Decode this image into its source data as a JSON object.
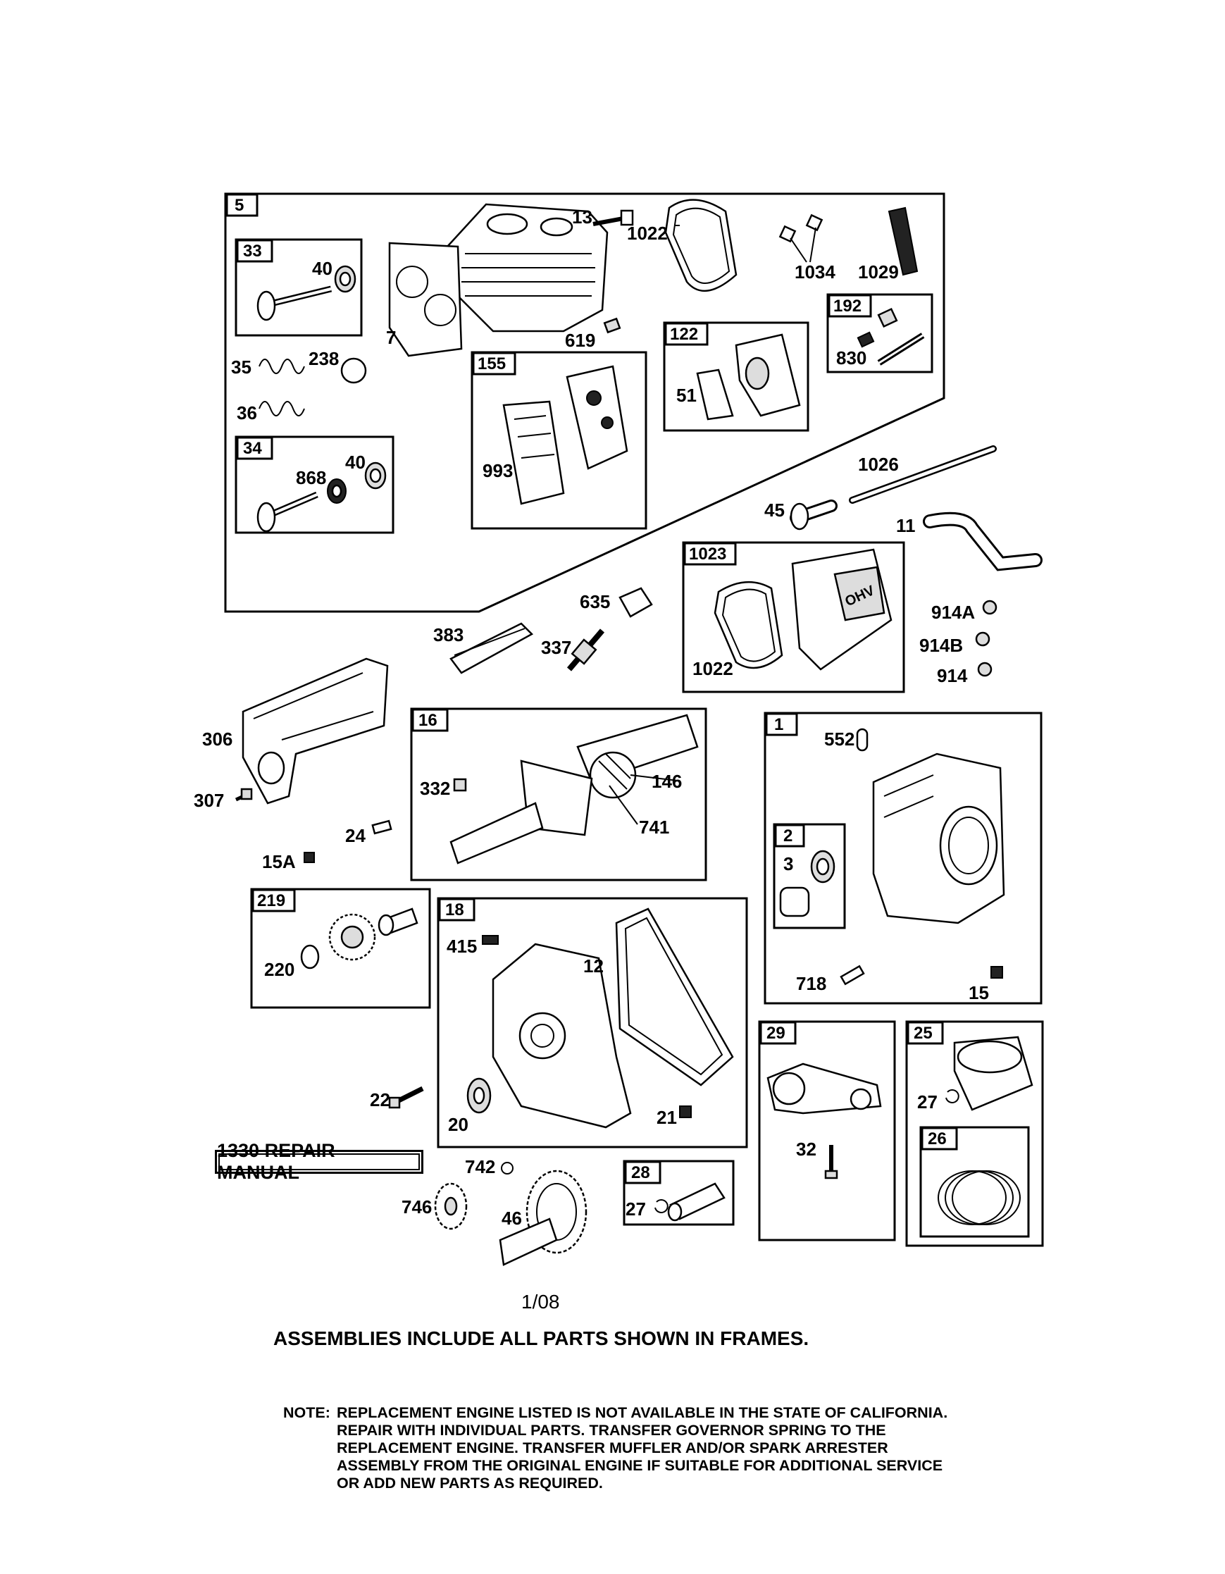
{
  "frames": {
    "f5": "5",
    "f33": "33",
    "f34": "34",
    "f155": "155",
    "f122": "122",
    "f192": "192",
    "f1023": "1023",
    "f16": "16",
    "f1": "1",
    "f2": "2",
    "f219": "219",
    "f18": "18",
    "f29": "29",
    "f25": "25",
    "f26": "26",
    "f28": "28"
  },
  "callouts": {
    "p13": "13",
    "p1022a": "1022",
    "p1034": "1034",
    "p1029": "1029",
    "p40a": "40",
    "p7": "7",
    "p619": "619",
    "p830": "830",
    "p35": "35",
    "p238": "238",
    "p36": "36",
    "p51": "51",
    "p993": "993",
    "p40b": "40",
    "p868": "868",
    "p1026": "1026",
    "p45": "45",
    "p11": "11",
    "p635": "635",
    "p383": "383",
    "p337": "337",
    "p1022b": "1022",
    "p914A": "914A",
    "p914B": "914B",
    "p914": "914",
    "p306": "306",
    "p307": "307",
    "p332": "332",
    "p146": "146",
    "p741": "741",
    "p24": "24",
    "p15A": "15A",
    "p552": "552",
    "p3": "3",
    "p718": "718",
    "p15": "15",
    "p220": "220",
    "p415": "415",
    "p12": "12",
    "p22": "22",
    "p20": "20",
    "p21": "21",
    "p27a": "27",
    "p32": "32",
    "p742": "742",
    "p746": "746",
    "p46": "46",
    "p27b": "27"
  },
  "manual_label": "1330 REPAIR MANUAL",
  "date": "1/08",
  "assemblies_note": "ASSEMBLIES INCLUDE ALL PARTS SHOWN IN FRAMES.",
  "note": {
    "label": "NOTE:",
    "lines": [
      "REPLACEMENT ENGINE LISTED IS NOT AVAILABLE IN THE STATE OF CALIFORNIA.",
      "REPAIR WITH INDIVIDUAL PARTS. TRANSFER GOVERNOR SPRING TO THE",
      "REPLACEMENT ENGINE. TRANSFER MUFFLER AND/OR SPARK ARRESTER",
      "ASSEMBLY FROM THE ORIGINAL ENGINE IF SUITABLE FOR ADDITIONAL SERVICE",
      "OR ADD NEW PARTS AS REQUIRED."
    ]
  },
  "cover_logo": "OHV"
}
